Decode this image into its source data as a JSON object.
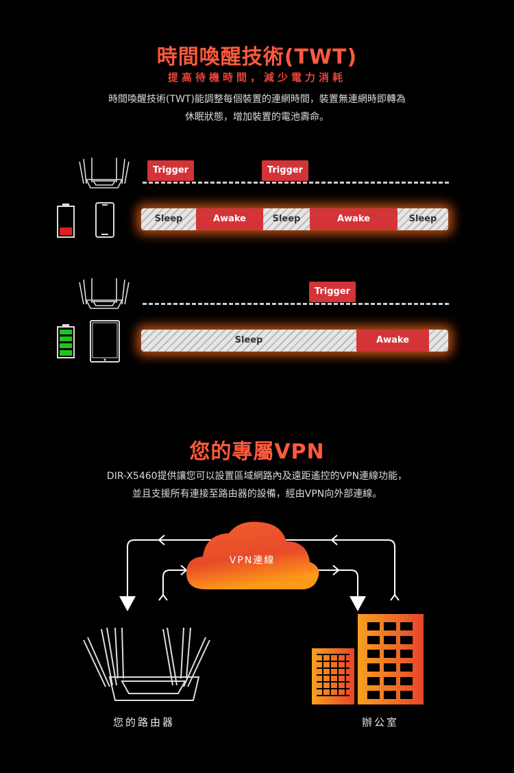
{
  "twt": {
    "title": "時間喚醒技術(TWT)",
    "subtitle": "提高待機時間，減少電力消耗",
    "description_line1": "時間喚醒技術(TWT)能調整每個裝置的連網時間，裝置無連網時即轉為",
    "description_line2": "休眠狀態，增加裝置的電池壽命。",
    "row1": {
      "triggers": [
        "Trigger",
        "Trigger"
      ],
      "segments": [
        "Sleep",
        "Awake",
        "Sleep",
        "Awake",
        "Sleep"
      ],
      "battery_level": 0.25
    },
    "row2": {
      "triggers": [
        "Trigger"
      ],
      "segments": [
        "Sleep",
        "Awake"
      ],
      "battery_level": 1.0
    }
  },
  "vpn": {
    "title": "您的專屬VPN",
    "description_line1": "DIR-X5460提供讓您可以設置區域網路內及遠距遙控的VPN連線功能，",
    "description_line2": "並且支援所有連接至路由器的設備，經由VPN向外部連線。",
    "cloud_label": "VPN連線",
    "router_label": "您的路由器",
    "office_label": "辦公室"
  },
  "colors": {
    "accent": "#ff5a3c",
    "awake": "#d23438",
    "battery_low": "#e02020",
    "battery_full": "#22c21c",
    "glow": "#ff6e1e"
  }
}
